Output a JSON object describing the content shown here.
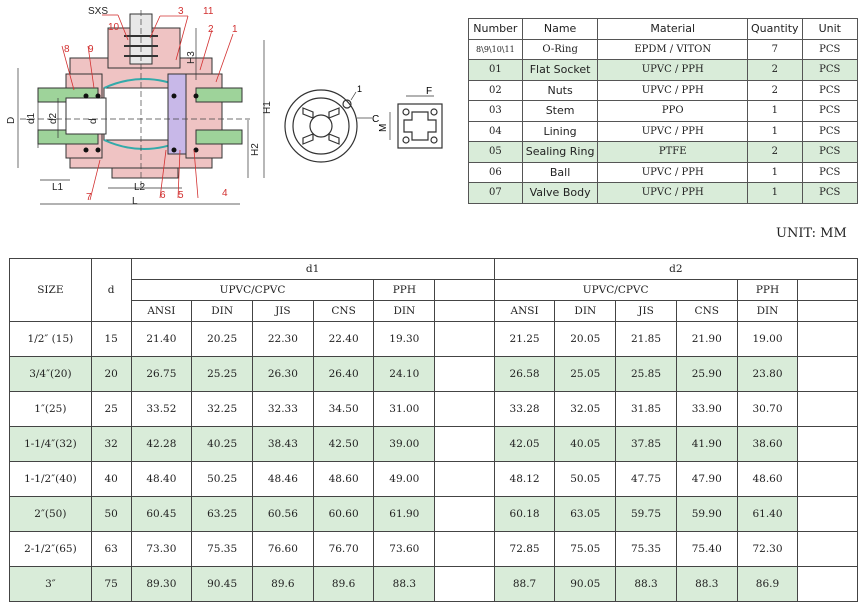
{
  "drawing": {
    "labels": {
      "sxs": "SXS",
      "n10": "10",
      "n3": "3",
      "n11": "11",
      "n8": "8",
      "n9": "9",
      "n2": "2",
      "n1": "1",
      "n7": "7",
      "n6": "6",
      "n5": "5",
      "n4": "4",
      "D": "D",
      "d1": "d1",
      "d2": "d2",
      "d": "d",
      "L1": "L1",
      "L2": "L2",
      "L": "L",
      "H1": "H1",
      "H2": "H2",
      "H3": "H3",
      "C": "C",
      "M": "M",
      "F": "F",
      "side1": "1"
    }
  },
  "parts_table": {
    "headers": [
      "Number",
      "Name",
      "Material",
      "Quantity",
      "Unit"
    ],
    "rows": [
      {
        "number": "8\\9\\10\\11",
        "name": "O-Ring",
        "material": "EPDM / VITON",
        "qty": "7",
        "unit": "PCS"
      },
      {
        "number": "01",
        "name": "Flat Socket",
        "material": "UPVC / PPH",
        "qty": "2",
        "unit": "PCS"
      },
      {
        "number": "02",
        "name": "Nuts",
        "material": "UPVC / PPH",
        "qty": "2",
        "unit": "PCS"
      },
      {
        "number": "03",
        "name": "Stem",
        "material": "PPO",
        "qty": "1",
        "unit": "PCS"
      },
      {
        "number": "04",
        "name": "Lining",
        "material": "UPVC / PPH",
        "qty": "1",
        "unit": "PCS"
      },
      {
        "number": "05",
        "name": "Sealing Ring",
        "material": "PTFE",
        "qty": "2",
        "unit": "PCS"
      },
      {
        "number": "06",
        "name": "Ball",
        "material": "UPVC / PPH",
        "qty": "1",
        "unit": "PCS"
      },
      {
        "number": "07",
        "name": "Valve Body",
        "material": "UPVC / PPH",
        "qty": "1",
        "unit": "PCS"
      }
    ]
  },
  "unit_note": "UNIT: MM",
  "dims_table": {
    "size_label": "SIZE",
    "d_label": "d",
    "d1_label": "d1",
    "d2_label": "d2",
    "upvc_label": "UPVC/CPVC",
    "pph_label": "PPH",
    "std": [
      "ANSI",
      "DIN",
      "JIS",
      "CNS"
    ],
    "pph_std": "DIN",
    "rows": [
      {
        "size": "1/2″ (15)",
        "d": "15",
        "d1": [
          "21.40",
          "20.25",
          "22.30",
          "22.40",
          "19.30"
        ],
        "d2": [
          "21.25",
          "20.05",
          "21.85",
          "21.90",
          "19.00"
        ]
      },
      {
        "size": "3/4″(20)",
        "d": "20",
        "d1": [
          "26.75",
          "25.25",
          "26.30",
          "26.40",
          "24.10"
        ],
        "d2": [
          "26.58",
          "25.05",
          "25.85",
          "25.90",
          "23.80"
        ]
      },
      {
        "size": "1″(25)",
        "d": "25",
        "d1": [
          "33.52",
          "32.25",
          "32.33",
          "34.50",
          "31.00"
        ],
        "d2": [
          "33.28",
          "32.05",
          "31.85",
          "33.90",
          "30.70"
        ]
      },
      {
        "size": "1-1/4″(32)",
        "d": "32",
        "d1": [
          "42.28",
          "40.25",
          "38.43",
          "42.50",
          "39.00"
        ],
        "d2": [
          "42.05",
          "40.05",
          "37.85",
          "41.90",
          "38.60"
        ]
      },
      {
        "size": "1-1/2″(40)",
        "d": "40",
        "d1": [
          "48.40",
          "50.25",
          "48.46",
          "48.60",
          "49.00"
        ],
        "d2": [
          "48.12",
          "50.05",
          "47.75",
          "47.90",
          "48.60"
        ]
      },
      {
        "size": "2″(50)",
        "d": "50",
        "d1": [
          "60.45",
          "63.25",
          "60.56",
          "60.60",
          "61.90"
        ],
        "d2": [
          "60.18",
          "63.05",
          "59.75",
          "59.90",
          "61.40"
        ]
      },
      {
        "size": "2-1/2″(65)",
        "d": "63",
        "d1": [
          "73.30",
          "75.35",
          "76.60",
          "76.70",
          "73.60"
        ],
        "d2": [
          "72.85",
          "75.05",
          "75.35",
          "75.40",
          "72.30"
        ]
      },
      {
        "size": "3″",
        "d": "75",
        "d1": [
          "89.30",
          "90.45",
          "89.6",
          "89.6",
          "88.3"
        ],
        "d2": [
          "88.7",
          "90.05",
          "88.3",
          "88.3",
          "86.9"
        ]
      }
    ]
  },
  "colors": {
    "accent_green": "#d9ecd9",
    "drawing_red": "#d23030",
    "pipe_green": "#9ed39a",
    "body_pink": "#efc3c3"
  }
}
